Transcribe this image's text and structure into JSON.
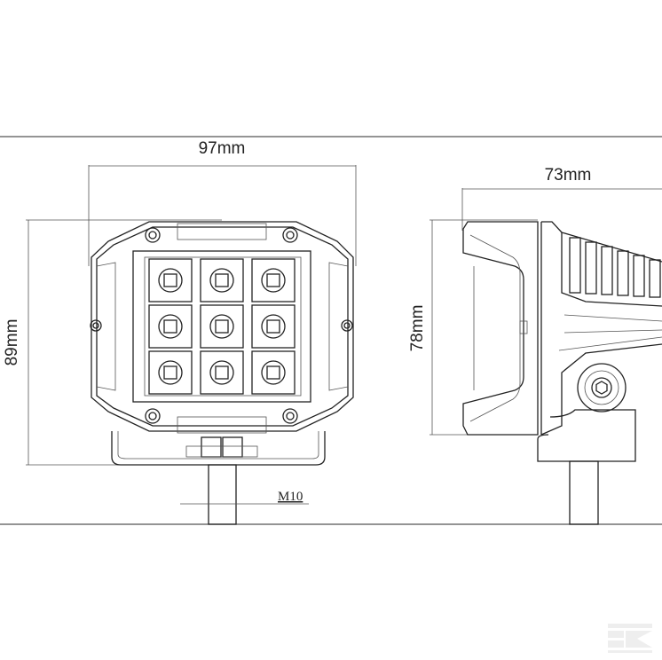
{
  "dimensions": {
    "width": "97mm",
    "height": "89mm",
    "depth": "73mm",
    "side_height": "78mm",
    "thread": "M10"
  },
  "front_view": {
    "led_rows": 3,
    "led_cols": 3
  },
  "watermark": "K"
}
